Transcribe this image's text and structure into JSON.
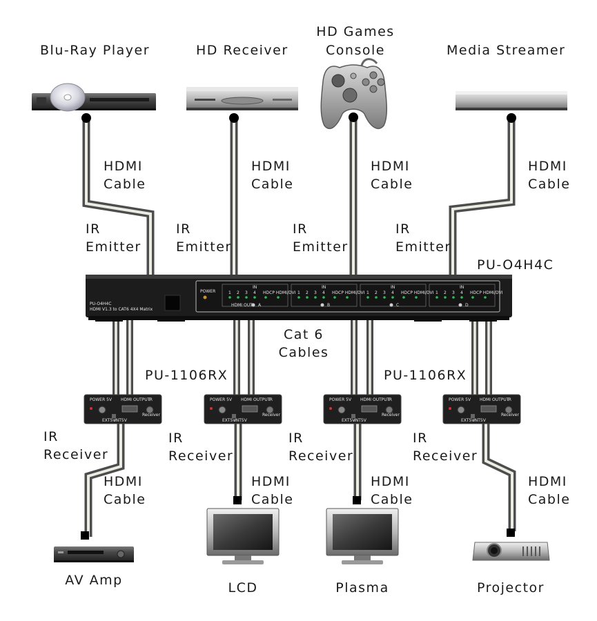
{
  "sources": {
    "bluray": "Blu-Ray Player",
    "hd_receiver": "HD Receiver",
    "games_console_line1": "HD Games",
    "games_console_line2": "Console",
    "media_streamer": "Media Streamer"
  },
  "labels": {
    "hdmi": "HDMI",
    "cable": "Cable",
    "ir": "IR",
    "emitter": "Emitter",
    "receiver": "Receiver",
    "cat6_line1": "Cat 6",
    "cat6_line2": "Cables",
    "receiver_unit": "PU-1106RX"
  },
  "matrix": {
    "model": "PU-O4H4C",
    "panel_model": "PU-O4H4C",
    "panel_desc": "HDMI V1.3 to CAT6 4X4 Matrix",
    "power": "POWER",
    "in": "IN",
    "hdmi_out": "HDMI OUT",
    "hdcp": "HDCP HDMI/DVI",
    "ports": [
      "1",
      "2",
      "3",
      "4"
    ],
    "outputs": [
      "A",
      "B",
      "C",
      "D"
    ]
  },
  "rx_panel": {
    "power": "POWER 5V",
    "hdmi_output": "HDMI OUTPUT",
    "ir": "IR",
    "ext": "EXT5V",
    "int": "INT5V",
    "receiver": "Receiver"
  },
  "outputs": {
    "av_amp": "AV Amp",
    "lcd": "LCD",
    "plasma": "Plasma",
    "projector": "Projector"
  }
}
